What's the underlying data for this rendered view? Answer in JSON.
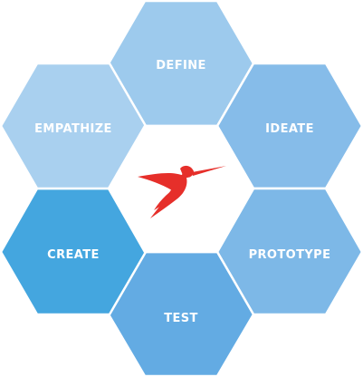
{
  "diagram": {
    "stages": [
      {
        "id": "define",
        "label": "DEFINE",
        "color": "#9dcaed"
      },
      {
        "id": "ideate",
        "label": "IDEATE",
        "color": "#86bce9"
      },
      {
        "id": "prototype",
        "label": "PROTOTYPE",
        "color": "#7db8e7"
      },
      {
        "id": "test",
        "label": "TEST",
        "color": "#63abe3"
      },
      {
        "id": "create",
        "label": "CREATE",
        "color": "#44a6df"
      },
      {
        "id": "empathize",
        "label": "EMPATHIZE",
        "color": "#a9d0ef"
      }
    ],
    "center": {
      "icon": "hummingbird-icon",
      "color": "#e62f2a"
    }
  }
}
